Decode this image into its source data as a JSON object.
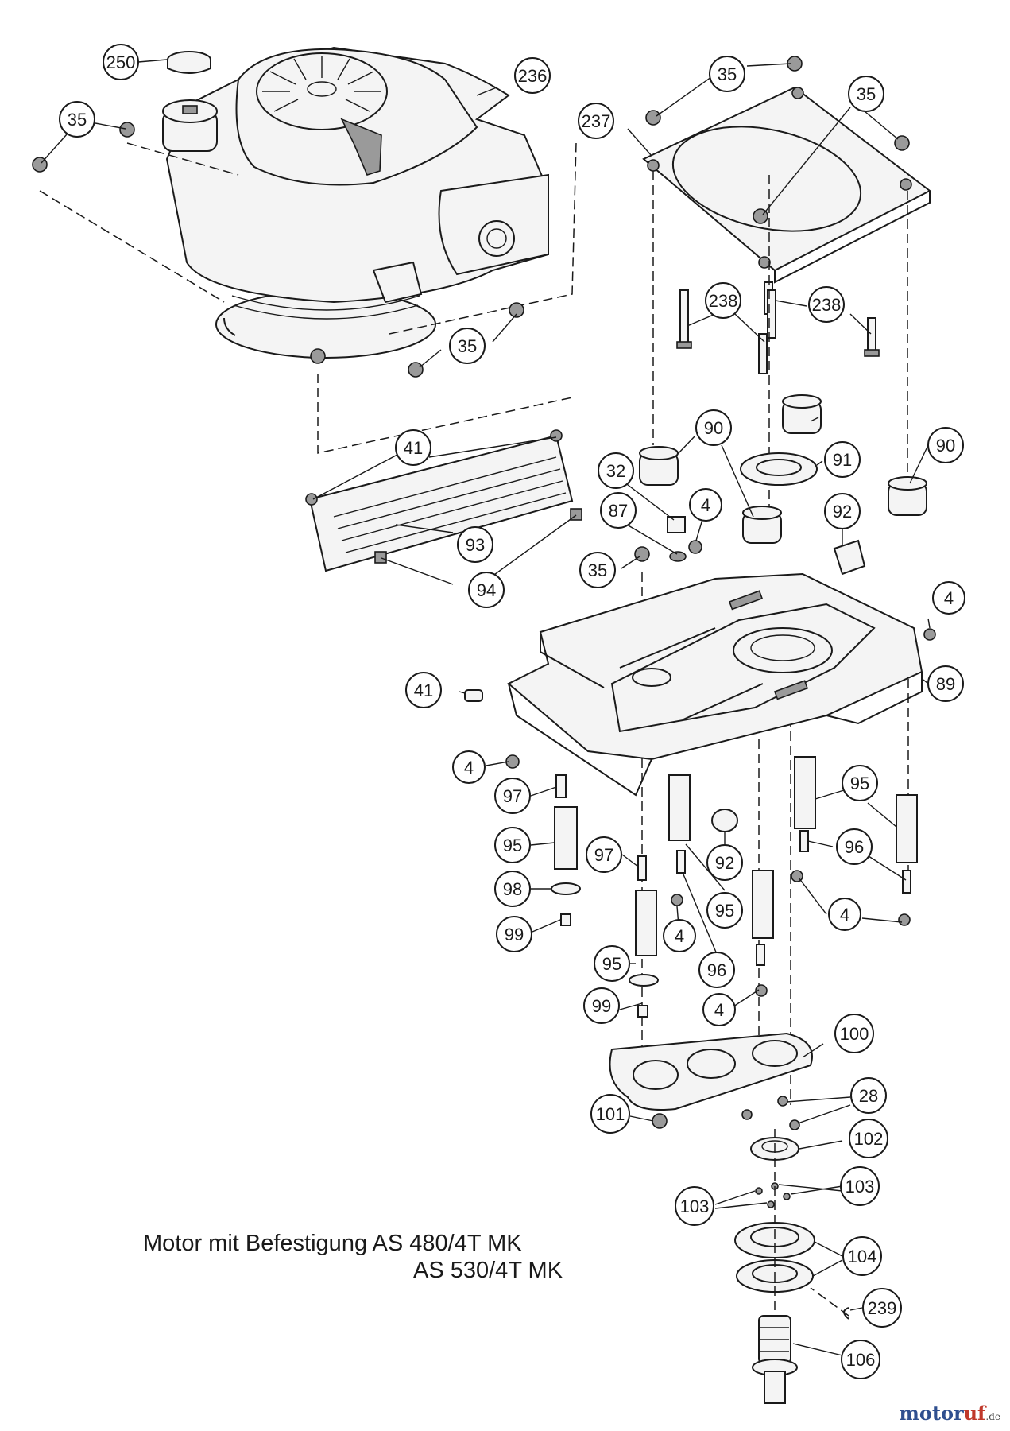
{
  "caption": {
    "line1": "Motor mit Befestigung AS 480/4T MK",
    "line2": "AS 530/4T MK"
  },
  "watermark": {
    "part1": "motor",
    "part2": "uf",
    "tld": ".de",
    "colors": {
      "part1": "#2f4f8f",
      "part2": "#c0392b"
    }
  },
  "callouts": [
    "250",
    "236",
    "35",
    "35",
    "35",
    "237",
    "35",
    "35",
    "238",
    "238",
    "90",
    "90",
    "90",
    "91",
    "32",
    "4",
    "87",
    "92",
    "35",
    "41",
    "93",
    "94",
    "4",
    "41",
    "89",
    "4",
    "97",
    "95",
    "95",
    "96",
    "97",
    "92",
    "95",
    "98",
    "95",
    "4",
    "99",
    "96",
    "4",
    "98",
    "99",
    "4",
    "100",
    "28",
    "101",
    "102",
    "103",
    "103",
    "104",
    "239",
    "106"
  ]
}
